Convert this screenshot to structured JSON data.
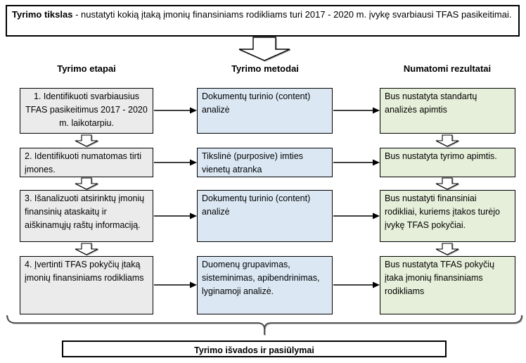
{
  "title_box": {
    "bold": "Tyrimo tikslas",
    "rest": " - nustatyti kokią įtaką įmonių finansiniams rodikliams turi 2017 - 2020 m. įvykę svarbiausi TFAS pasikeitimai."
  },
  "columns": {
    "stages_header": "Tyrimo etapai",
    "methods_header": "Tyrimo metodai",
    "results_header": "Numatomi rezultatai"
  },
  "rows": [
    {
      "etapas": "1. Identifikuoti svarbiausius TFAS pasikeitimus 2017 - 2020 m. laikotarpiu.",
      "metodas": "Dokumentų turinio (content) analizė",
      "rezultatas": "Bus nustatyta standartų analizės apimtis"
    },
    {
      "etapas": "2.  Identifikuoti numatomas tirti įmones.",
      "metodas": "Tikslinė (purposive) imties vienetų atranka",
      "rezultatas": "Bus nustatyta tyrimo apimtis."
    },
    {
      "etapas": "3. Išanalizuoti atsirinktų įmonių finansinių ataskaitų ir aiškinamųjų raštų informaciją.",
      "metodas": "Dokumentų turinio (content) analizė",
      "rezultatas": "Bus nustatyti finansiniai rodikliai, kuriems įtakos turėjo įvykę TFAS pokyčiai."
    },
    {
      "etapas": "4. Įvertinti TFAS pokyčių įtaką įmonių finansiniams rodikliams",
      "metodas": "Duomenų grupavimas, sisteminimas, apibendrinimas, lyginamoji analizė.",
      "rezultatas": "Bus nustatyta TFAS pokyčių įtaka įmonių finansiniams rodikliams"
    }
  ],
  "conclusion_box": "Tyrimo išvados ir pasiūlymai",
  "colors": {
    "stage_fill": "#ebebeb",
    "method_fill": "#dbe8f4",
    "result_fill": "#e6efd9",
    "border": "#000000",
    "brace": "#4a4a4a"
  }
}
